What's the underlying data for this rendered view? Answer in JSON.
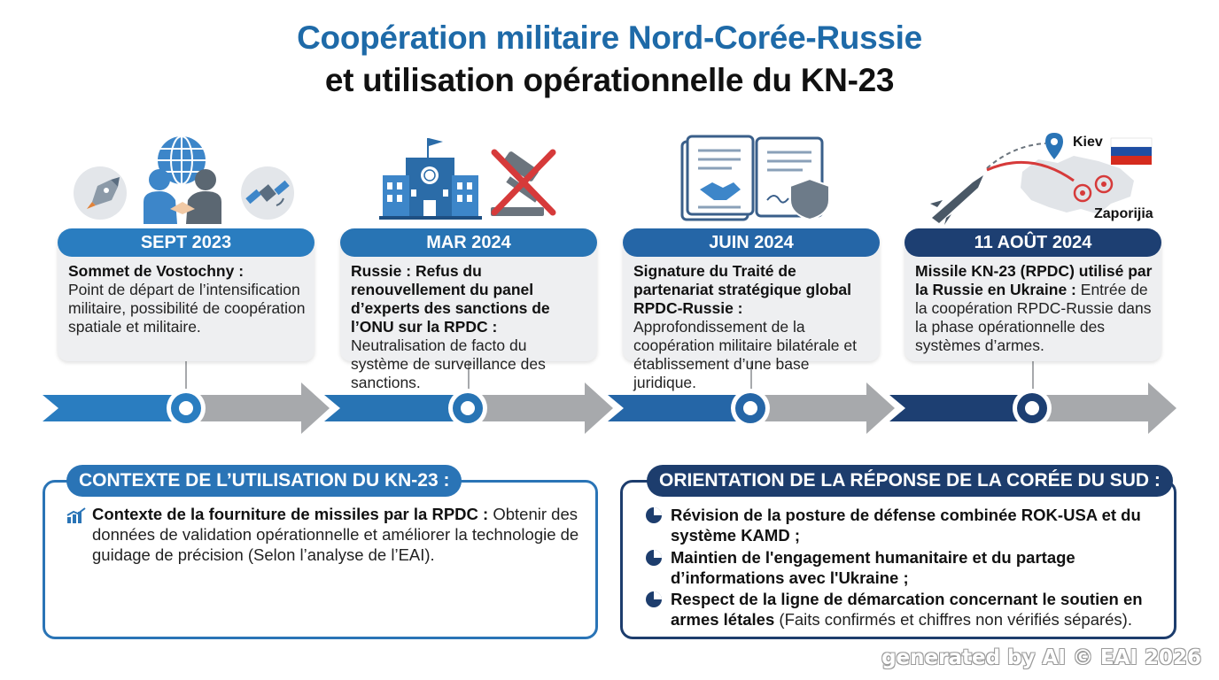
{
  "title": {
    "line1": "Coopération militaire Nord-Corée-Russie",
    "line2": "et utilisation opérationnelle du KN-23"
  },
  "events": [
    {
      "date": "SEPT 2023",
      "head": "Sommet de Vostochny :",
      "body": "Point de départ de l’intensification militaire, possibilité de coopération spatiale et militaire.",
      "color": "#2a7dc0"
    },
    {
      "date": "MAR 2024",
      "head": "Russie : Refus du renouvellement du panel d’experts des sanctions de l’ONU sur la RPDC :",
      "body": "Neutralisation de facto du système de surveillance des sanctions.",
      "color": "#2874b4"
    },
    {
      "date": "JUIN 2024",
      "head": "Signature du Traité de partenariat stratégique global RPDC-Russie :",
      "body": "Approfondissement de la coopération militaire bilatérale et établissement d’une base juridique.",
      "color": "#2566a7"
    },
    {
      "date": "11 AOÛT 2024",
      "head": "Missile KN-23 (RPDC) utilisé par la Russie en Ukraine :",
      "body": "Entrée de la coopération RPDC-Russie dans la phase opérationnelle des systèmes d’armes.",
      "color": "#1d3f72"
    }
  ],
  "map_labels": {
    "kiev": "Kiev",
    "zaporijia": "Zaporijia"
  },
  "context": {
    "title": "CONTEXTE DE L’UTILISATION DU KN-23 :",
    "head": "Contexte de la fourniture de missiles par la RPDC :",
    "body": "Obtenir des données de validation opérationnelle et améliorer la technologie de guidage de précision",
    "note": "(Selon l’analyse de l’EAI)."
  },
  "response": {
    "title": "ORIENTATION DE LA RÉPONSE DE LA CORÉE DU SUD :",
    "items": [
      {
        "head": "Révision de la posture de défense combinée ROK-USA et du système KAMD ;",
        "note": ""
      },
      {
        "head": "Maintien de l'engagement humanitaire et du partage d’informations avec l'Ukraine ;",
        "note": ""
      },
      {
        "head": "Respect de la ligne de démarcation concernant le soutien en armes létales",
        "note": "(Faits confirmés et chiffres non vérifiés séparés)."
      }
    ]
  },
  "watermark": "generated by AI © EAI 2026",
  "colors": {
    "blue": "#2a74b6",
    "navy": "#1d3d6d",
    "gray_arrow": "#a7a9ac",
    "card": "#eeeff1"
  }
}
